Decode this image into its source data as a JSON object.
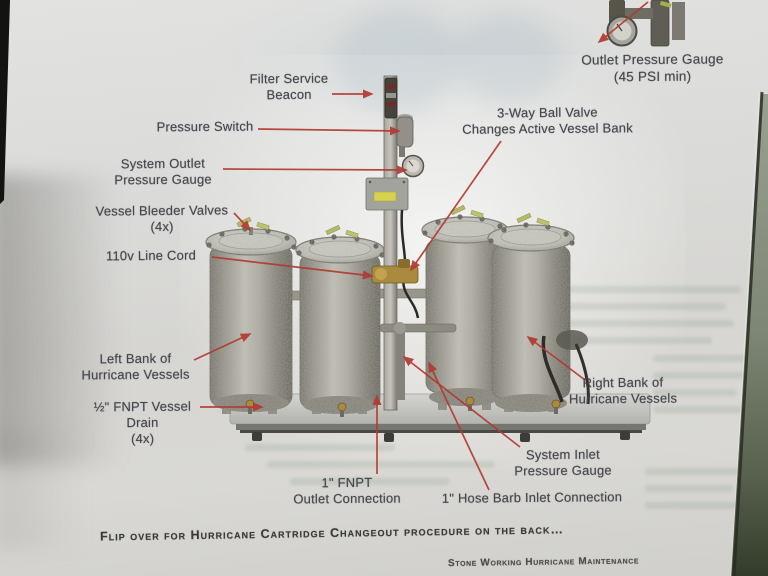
{
  "diagram": {
    "labels": {
      "outlet_pressure_gauge": "Outlet Pressure Gauge\n(45 PSI min)",
      "filter_service_beacon": "Filter Service\nBeacon",
      "pressure_switch": "Pressure Switch",
      "system_outlet_pressure_gauge": "System Outlet\nPressure Gauge",
      "three_way_ball_valve": "3-Way Ball Valve\nChanges Active Vessel Bank",
      "vessel_bleeder_valves": "Vessel Bleeder Valves\n(4x)",
      "line_cord_110v": "110v Line Cord",
      "left_bank": "Left Bank of\nHurricane Vessels",
      "vessel_drain": "½\" FNPT Vessel\nDrain\n(4x)",
      "right_bank": "Right Bank of\nHurricane Vessels",
      "system_inlet_pressure_gauge": "System Inlet\nPressure Gauge",
      "fnpt_outlet_connection": "1\" FNPT\nOutlet Connection",
      "hose_barb_inlet_connection": "1\" Hose Barb Inlet Connection"
    },
    "colors": {
      "annotation_red": "#b23a31",
      "paper": "#d9d8d4",
      "label_text": "#46474c"
    }
  },
  "footer": {
    "flip_note": "Flip over for Hurricane Cartridge Changeout procedure on the back…",
    "doc_title": "Stone Working Hurricane Maintenance"
  }
}
